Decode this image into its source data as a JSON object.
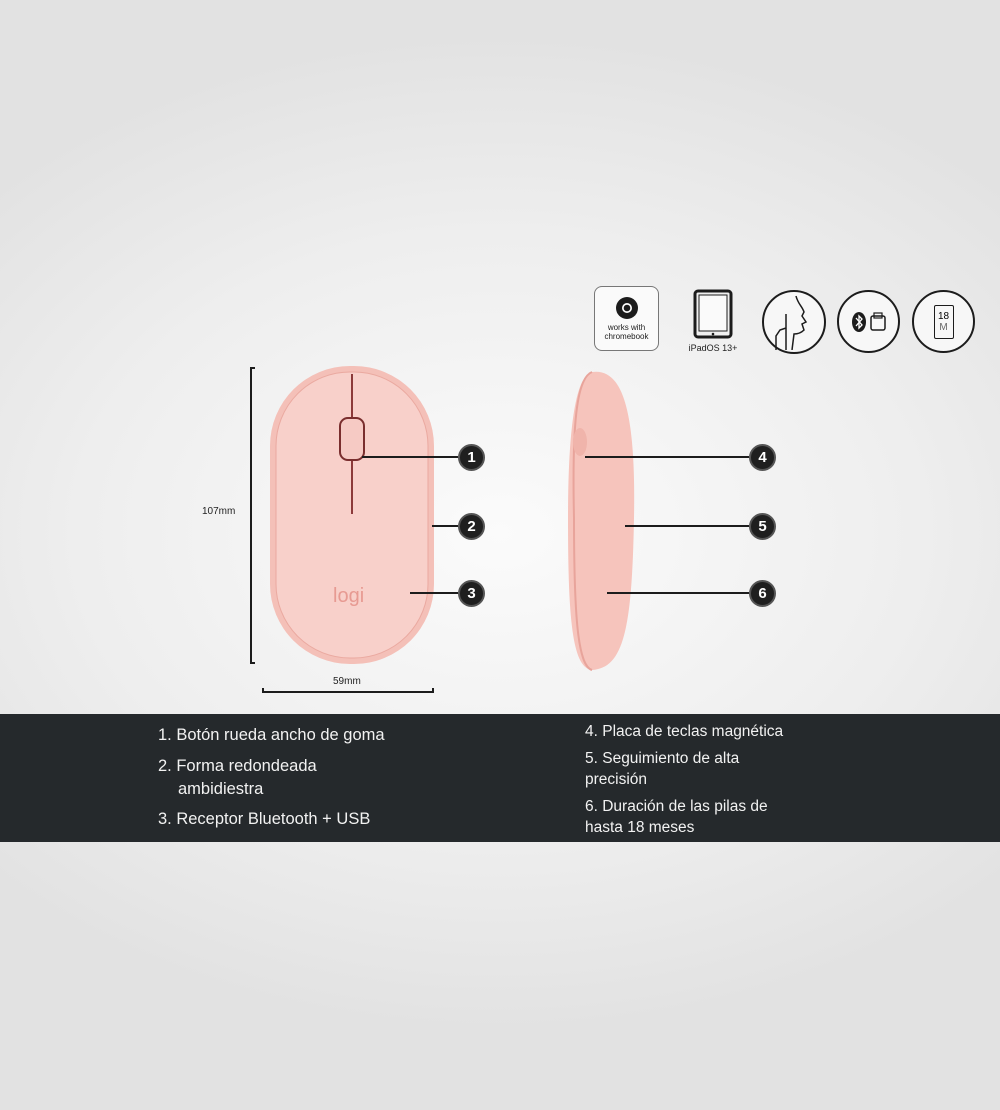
{
  "badges": {
    "chromebook": "works with chromebook",
    "ipad": "iPadOS 13+",
    "battery": "18",
    "battery_unit": "M"
  },
  "dimensions": {
    "height": "107mm",
    "width": "59mm"
  },
  "brand": "logi",
  "callouts": [
    "1",
    "2",
    "3",
    "4",
    "5",
    "6"
  ],
  "features_left": [
    "1. Botón rueda ancho de goma",
    "2. Forma redondeada",
    "ambidiestra",
    "3. Receptor Bluetooth + USB"
  ],
  "features_right": [
    "4. Placa de teclas magnética",
    "5. Seguimiento de alta",
    "precisión",
    "6. Duración de las pilas de",
    "hasta 18 meses"
  ],
  "colors": {
    "mouse": "#f6c8c2",
    "band": "#25292c"
  }
}
